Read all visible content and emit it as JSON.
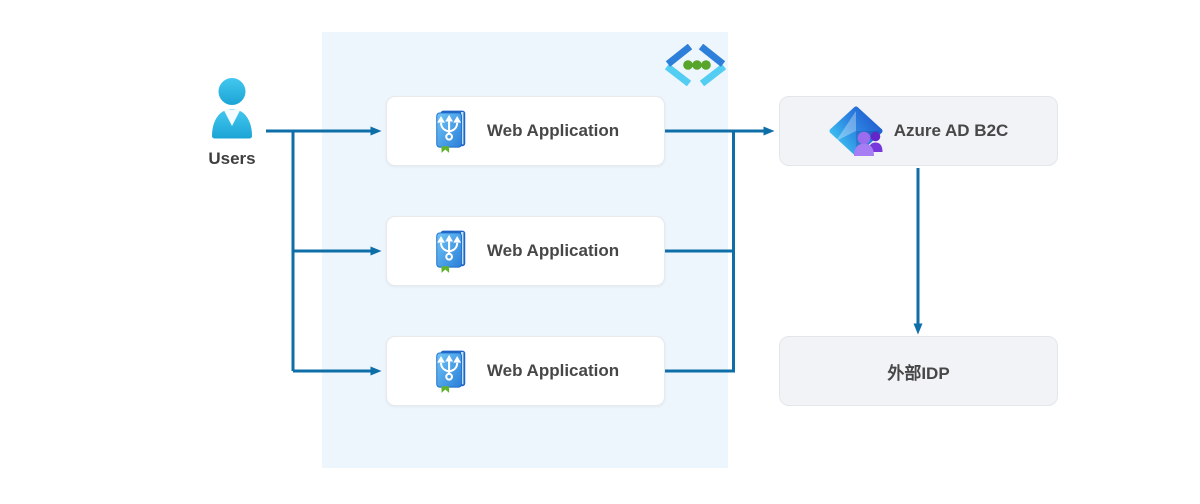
{
  "diagram": {
    "users": {
      "label": "Users",
      "icon": "user-icon"
    },
    "api_icon": "api-code-icon",
    "web_apps": [
      {
        "label": "Web Application",
        "icon": "app-registration-icon"
      },
      {
        "label": "Web Application",
        "icon": "app-registration-icon"
      },
      {
        "label": "Web Application",
        "icon": "app-registration-icon"
      }
    ],
    "identity": {
      "label": "Azure AD B2C",
      "icon": "azure-ad-b2c-icon"
    },
    "external_idp": {
      "label": "外部IDP"
    },
    "colors": {
      "arrow": "#0E6EA8",
      "container_bg": "#EDF5FD",
      "node_bg_white": "#FFFFFF",
      "node_bg_gray": "#F1F3F6",
      "node_border": "#E5E8EC",
      "label_text": "#474747",
      "api_bracket_blue": "#2E7FD9",
      "api_bracket_cyan": "#53CEF2",
      "api_dot_green": "#57A62B",
      "user_icon_cyan": "#29B9E7",
      "book_blue": "#2B7FD9",
      "ribbon_green": "#62B32C",
      "b2c_cyan": "#3FC8F2",
      "b2c_blue": "#2058CE",
      "b2c_purple_light": "#A77DF3",
      "b2c_purple_dark": "#7637DB"
    }
  }
}
